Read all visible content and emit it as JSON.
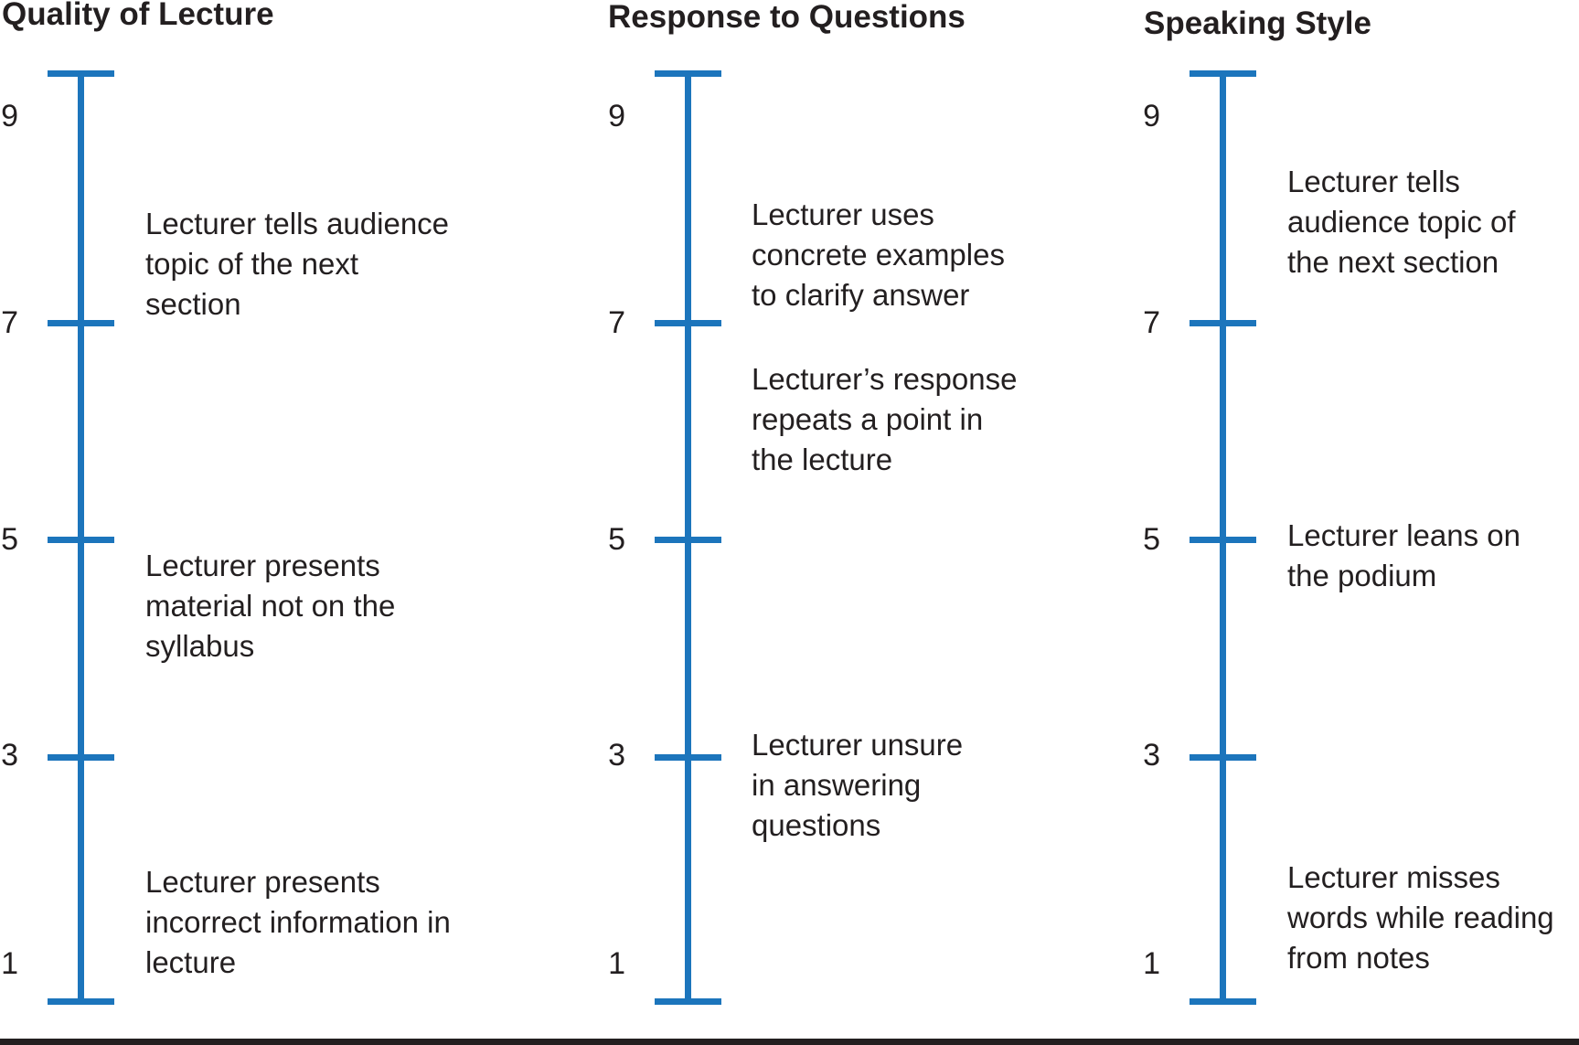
{
  "figure": {
    "accent_color": "#1C75BC",
    "text_color": "#231F20",
    "scale_min": 1,
    "scale_max": 9,
    "scales": [
      {
        "title": "Quality of Lecture",
        "tick_labels": [
          "9",
          "7",
          "5",
          "3",
          "1"
        ],
        "marked_values": [
          7,
          5,
          3
        ],
        "anchors": [
          {
            "value": 7.54,
            "lines": [
              "Lecturer tells audience",
              "topic of the next",
              "section"
            ]
          },
          {
            "value": 4.39,
            "lines": [
              "Lecturer presents",
              "material not on the",
              "syllabus"
            ]
          },
          {
            "value": 1.48,
            "lines": [
              "Lecturer presents",
              "incorrect information in",
              "lecture"
            ]
          }
        ]
      },
      {
        "title": "Response to Questions",
        "tick_labels": [
          "9",
          "7",
          "5",
          "3",
          "1"
        ],
        "marked_values": [
          7,
          5,
          3
        ],
        "anchors": [
          {
            "value": 7.62,
            "lines": [
              "Lecturer uses",
              "concrete examples",
              "to clarify answer"
            ]
          },
          {
            "value": 6.11,
            "lines": [
              "Lecturer’s response",
              "repeats a point in",
              "the lecture"
            ]
          },
          {
            "value": 2.74,
            "lines": [
              "Lecturer unsure",
              "in answering",
              "questions"
            ]
          }
        ]
      },
      {
        "title": "Speaking Style",
        "tick_labels": [
          "9",
          "7",
          "5",
          "3",
          "1"
        ],
        "marked_values": [
          7,
          5,
          3
        ],
        "anchors": [
          {
            "value": 7.93,
            "lines": [
              "Lecturer tells",
              "audience topic of",
              "the next section"
            ]
          },
          {
            "value": 4.85,
            "lines": [
              "Lecturer leans on",
              "the podium"
            ]
          },
          {
            "value": 1.52,
            "lines": [
              "Lecturer misses",
              "words while reading",
              "from notes"
            ]
          }
        ]
      }
    ]
  }
}
